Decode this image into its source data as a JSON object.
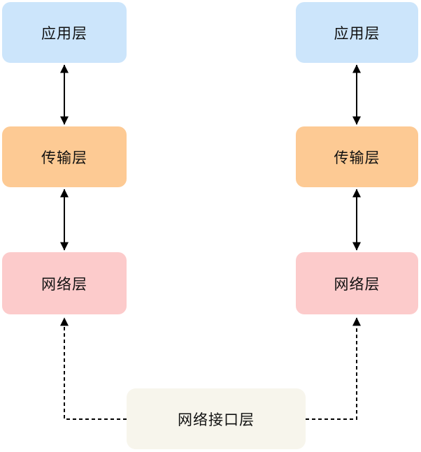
{
  "diagram": {
    "kind": "tcp-ip-layer-stack",
    "columns": [
      {
        "name": "left-stack",
        "layers": [
          {
            "id": "application",
            "label": "应用层"
          },
          {
            "id": "transport",
            "label": "传输层"
          },
          {
            "id": "network",
            "label": "网络层"
          }
        ]
      },
      {
        "name": "right-stack",
        "layers": [
          {
            "id": "application",
            "label": "应用层"
          },
          {
            "id": "transport",
            "label": "传输层"
          },
          {
            "id": "network",
            "label": "网络层"
          }
        ]
      }
    ],
    "interface_layer": {
      "id": "network-interface",
      "label": "网络接口层"
    },
    "connectors": {
      "vertical_style": "solid-double-arrow",
      "interface_style": "dashed-single-arrow"
    },
    "colors": {
      "application_fill": "#cce5fb",
      "transport_fill": "#fdca94",
      "network_fill": "#fccbcb",
      "interface_fill": "#f7f5ec",
      "arrow": "#000000",
      "text": "#111111",
      "background": "#ffffff"
    }
  }
}
